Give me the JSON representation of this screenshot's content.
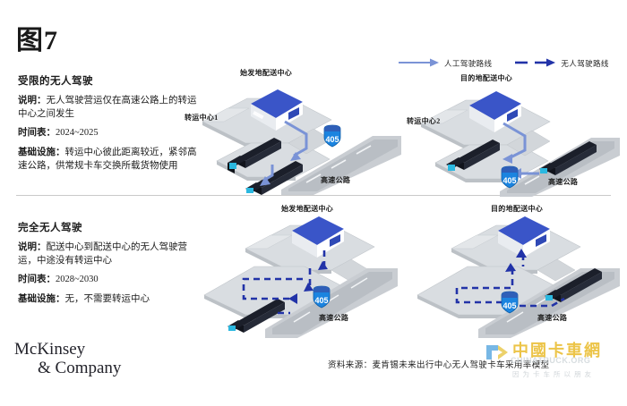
{
  "title": "图7",
  "legend": {
    "items": [
      {
        "label": "人工驾驶路线",
        "color": "#7a93d6",
        "style": "solid",
        "icon": "arrow-right-icon"
      },
      {
        "label": "无人驾驶路线",
        "color": "#2233a8",
        "style": "dashed",
        "icon": "dashed-arrow-right-icon"
      }
    ]
  },
  "sections": [
    {
      "heading": "受限的无人驾驶",
      "rows": [
        {
          "label": "说明：",
          "value": "无人驾驶营运仅在高速公路上的转运中心之间发生"
        },
        {
          "label": "时间表：",
          "value": "2024~2025"
        },
        {
          "label": "基础设施：",
          "value": "转运中心彼此距离较近，紧邻高速公路，供常规卡车交换所载货物使用"
        }
      ]
    },
    {
      "heading": "完全无人驾驶",
      "rows": [
        {
          "label": "说明：",
          "value": "配送中心到配送中心的无人驾驶营运，中途没有转运中心"
        },
        {
          "label": "时间表：",
          "value": "2028~2030"
        },
        {
          "label": "基础设施：",
          "value": "无，不需要转运中心"
        }
      ]
    }
  ],
  "panels": [
    {
      "id": "panel-top-left",
      "labels": {
        "origin_dc": "始发地配送中心",
        "transfer": "转运中心1",
        "highway": "高速公路",
        "shield": "405"
      }
    },
    {
      "id": "panel-top-right",
      "labels": {
        "dest_dc": "目的地配送中心",
        "transfer": "转运中心2",
        "highway": "高速公路",
        "shield": "405"
      }
    },
    {
      "id": "panel-bottom-left",
      "labels": {
        "origin_dc": "始发地配送中心",
        "highway": "高速公路",
        "shield": "405"
      }
    },
    {
      "id": "panel-bottom-right",
      "labels": {
        "dest_dc": "目的地配送中心",
        "highway": "高速公路",
        "shield": "405"
      }
    }
  ],
  "footer": {
    "logo_line1": "McKinsey",
    "logo_line2": "& Company",
    "source": "资料来源：麦肯锡未来出行中心无人驾驶卡车采用率模型"
  },
  "watermark": {
    "main": "中國卡車網",
    "sub": "CHINATRUCK.ORG",
    "tagline": "因为卡车所以朋友"
  },
  "colors": {
    "manual_route": "#7a93d6",
    "auto_route": "#2233a8",
    "building_roof": "#3a55c8",
    "road": "#c9cdd2",
    "truck": "#1b1f2a",
    "shield_blue": "#1b84e0"
  }
}
